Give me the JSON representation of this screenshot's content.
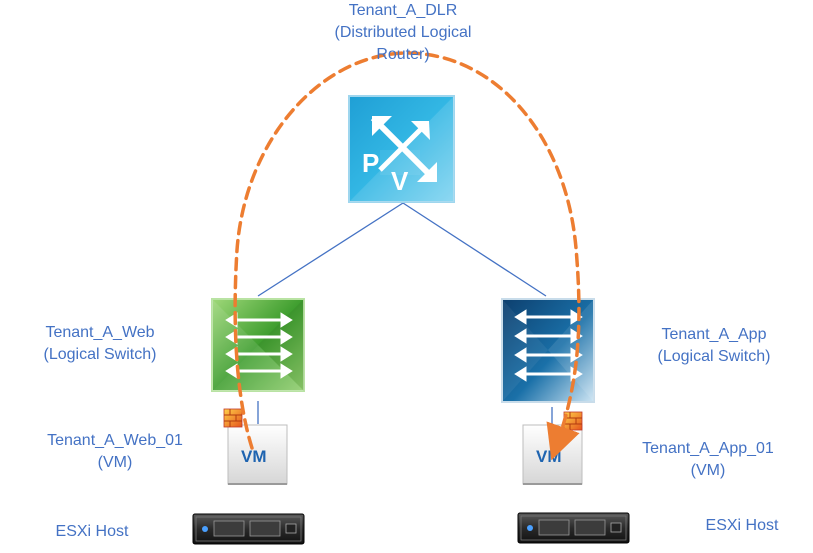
{
  "router": {
    "name": "Tenant_A_DLR",
    "description_line1": "(Distributed Logical",
    "description_line2": "Router)",
    "icon_letters": [
      "P",
      "V"
    ]
  },
  "switches": [
    {
      "name": "Tenant_A_Web",
      "type": "(Logical Switch)",
      "color": "#4aa63a"
    },
    {
      "name": "Tenant_A_App",
      "type": "(Logical Switch)",
      "color": "#1f5f93"
    }
  ],
  "vms": [
    {
      "name": "Tenant_A_Web_01",
      "type": "(VM)",
      "icon_text": "VM"
    },
    {
      "name": "Tenant_A_App_01",
      "type": "(VM)",
      "icon_text": "VM"
    }
  ],
  "hosts": [
    {
      "name": "ESXi Host"
    },
    {
      "name": "ESXi Host"
    }
  ],
  "colors": {
    "label_text": "#4472c4",
    "connector_line": "#4472c4",
    "traffic_path": "#ed7d31",
    "router_icon": "#2aa8d8"
  }
}
